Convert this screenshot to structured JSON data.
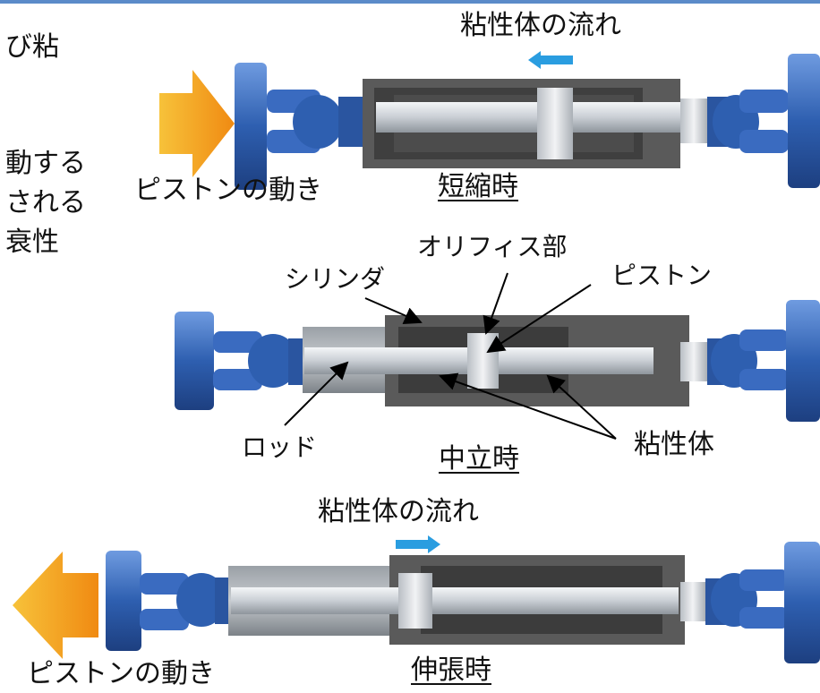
{
  "left_fragments": [
    "び粘",
    "動する",
    "される",
    "衰性"
  ],
  "panels": {
    "top": {
      "state_label": "短縮時",
      "flow_label": "粘性体の流れ",
      "motion_label": "ピストンの動き"
    },
    "middle": {
      "state_label": "中立時"
    },
    "bottom": {
      "state_label": "伸張時",
      "flow_label": "粘性体の流れ",
      "motion_label": "ピストンの動き"
    }
  },
  "part_labels": {
    "cylinder": "シリンダ",
    "orifice": "オリフィス部",
    "piston": "ピストン",
    "rod": "ロッド",
    "viscous_fluid": "粘性体"
  },
  "colors": {
    "motion_arrow": "#f4a81d",
    "flow_arrow": "#2a9de0",
    "bracket_blue": "#2e5fb0",
    "cylinder_gray": "#5a5a5a",
    "rod_silver": "#d8dce0",
    "header_line": "#5b8bc9"
  },
  "icons": [
    "motion-arrow-right-icon",
    "motion-arrow-left-icon",
    "flow-arrow-left-icon",
    "flow-arrow-right-icon"
  ]
}
